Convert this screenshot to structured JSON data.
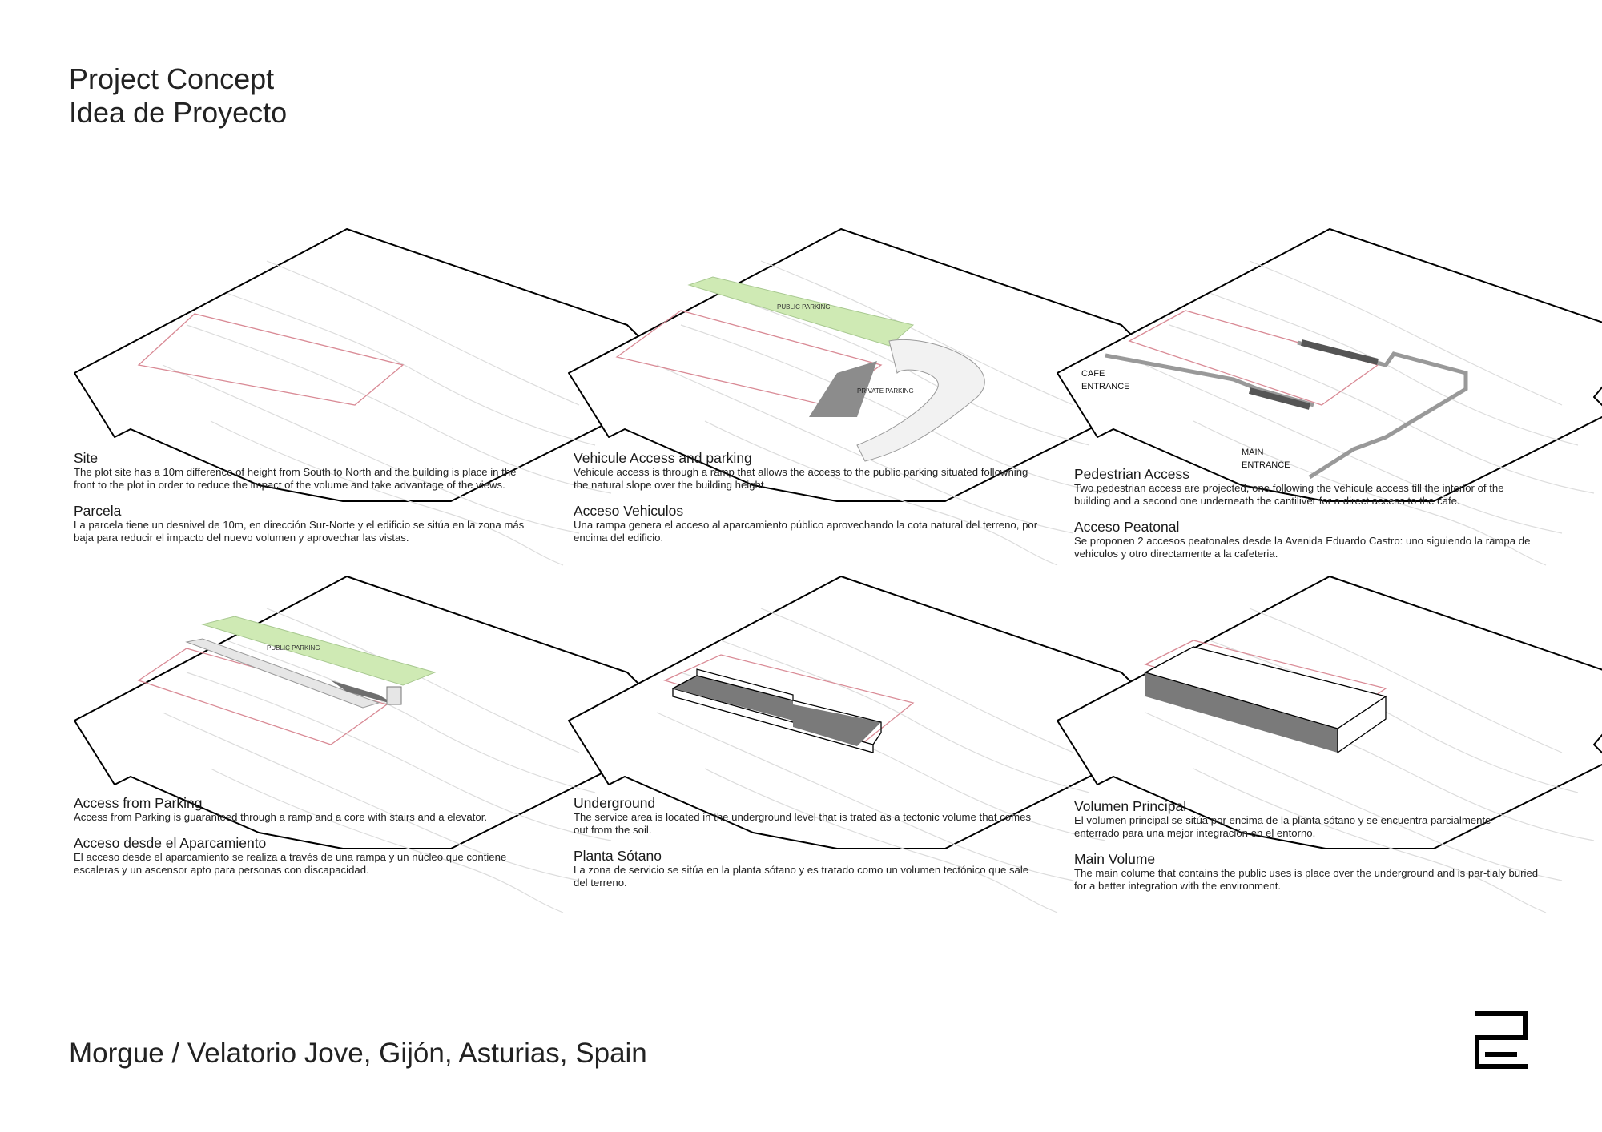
{
  "header": {
    "title_line1": "Project Concept",
    "title_line2": "Idea de Proyecto"
  },
  "footer": {
    "project_title": "Morgue  /  Velatorio Jove, Gijón, Asturias, Spain"
  },
  "colors": {
    "public_parking": "#cfeab4",
    "private_parking": "#8c8c8c",
    "plot_line": "#d98a95",
    "contour": "#d9d9d9",
    "dark_volume": "#6e6e6e"
  },
  "panels": [
    {
      "heading_en": "Site",
      "text_en": "The plot site has a 10m difference of height from South to North and the building is place in the front to the plot in order to reduce the impact of the volume and take advantage of the views.",
      "heading_es": "Parcela",
      "text_es": "La parcela tiene un desnivel de 10m, en dirección Sur-Norte y el edificio se sitúa en la zona más baja para reducir el impacto del nuevo volumen y aprovechar las vistas."
    },
    {
      "heading_en": "Vehicule Access and parking",
      "text_en": "Vehicule access is through a ramp that allows the access to the public parking situated followning the natural slope over the building height.",
      "heading_es": "Acceso Vehiculos",
      "text_es": "Una rampa genera el acceso al aparcamiento público aprovechando la cota natural del terreno, por encima del edificio.",
      "label_public": "PUBLIC PARKING",
      "label_private": "PRIVATE PARKING"
    },
    {
      "heading_en": "Pedestrian Access",
      "text_en": "Two pedestrian access are projected, one following the vehicule access till the interior of the building and a second one underneath the cantiliver for a direct access to the cafe.",
      "heading_es": "Acceso Peatonal",
      "text_es": "Se proponen 2 accesos peatonales desde la Avenida Eduardo Castro: uno siguiendo la rampa de vehiculos y otro directamente a la cafeteria.",
      "label_cafe_1": "CAFE",
      "label_cafe_2": "ENTRANCE",
      "label_main_1": "MAIN",
      "label_main_2": "ENTRANCE"
    },
    {
      "heading_en": "Access from Parking",
      "text_en": "Access from Parking is guaranteed through a ramp and a core with stairs and a elevator.",
      "heading_es": "Acceso desde el Aparcamiento",
      "text_es": "El acceso desde el aparcamiento se realiza a través de una rampa y un núcleo que contiene escaleras y un ascensor apto para personas con discapacidad.",
      "label_public": "PUBLIC PARKING"
    },
    {
      "heading_en": "Underground",
      "text_en": "The service area is located in the underground level that is trated as a tectonic volume that comes out from the soil.",
      "heading_es": "Planta Sótano",
      "text_es": "La zona de servicio se sitúa en la planta sótano y es tratado como un volumen tectónico que sale del terreno."
    },
    {
      "heading_es": "Volumen Principal",
      "text_es": "El volumen principal se sitúa por encima de la planta sótano y se encuentra parcialmente enterrado para una mejor integración en el entorno.",
      "heading_en": "Main Volume",
      "text_en": "The main colume that contains the public uses is place over the underground and is par-tialy buried for a better integration with the environment."
    }
  ]
}
